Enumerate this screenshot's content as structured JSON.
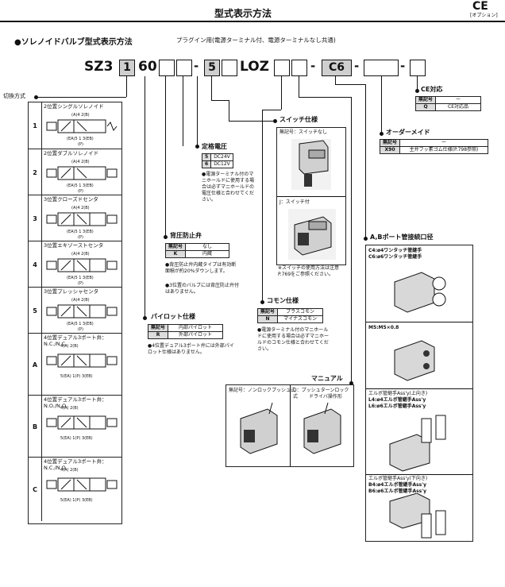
{
  "header": {
    "title": "型式表示方法",
    "ce_mark": "CE",
    "option_tag": "[オプション]"
  },
  "section": {
    "title": "●ソレノイドバルブ型式表示方法",
    "subtitle": "プラグイン用(電源ターミナル付、電源ターミナルなし共通)"
  },
  "model": {
    "prefix": "SZ3",
    "code1": "1",
    "code2": "60",
    "code3": "5",
    "code4": "LOZ",
    "code5": "C6",
    "dash": "-"
  },
  "switching": {
    "title": "切換方式",
    "rows": [
      {
        "label": "1",
        "title": "2位置シングルソレノイド",
        "ports": "(A)4  2(B)",
        "bottom": "(EA)5 1 3(EB)",
        "p": "(P)"
      },
      {
        "label": "2",
        "title": "2位置ダブルソレノイド",
        "ports": "(A)4  2(B)",
        "bottom": "(EA)5 1 3(EB)",
        "p": "(P)"
      },
      {
        "label": "3",
        "title": "3位置クローズドセンタ",
        "ports": "(A)4  2(B)",
        "bottom": "(EA)5 1 3(EB)",
        "p": "(P)"
      },
      {
        "label": "4",
        "title": "3位置エキゾーストセンタ",
        "ports": "(A)4  2(B)",
        "bottom": "(EA)5 1 3(EB)",
        "p": "(P)"
      },
      {
        "label": "5",
        "title": "3位置プレッシャセンタ",
        "ports": "(A)4  2(B)",
        "bottom": "(EA)5 1 3(EB)",
        "p": "(P)"
      },
      {
        "label": "A",
        "title": "4位置デュアル3ポート弁：N.C./N.C.",
        "ports": "4(A)        2(B)",
        "bottom": "5(EA) 1(P) 3(EB)",
        "p": ""
      },
      {
        "label": "B",
        "title": "4位置デュアル3ポート弁：N.O./N.O.",
        "ports": "4(A)        2(B)",
        "bottom": "5(EA) 1(P) 3(EB)",
        "p": ""
      },
      {
        "label": "C",
        "title": "4位置デュアル3ポート弁：N.C./N.O.",
        "ports": "4(A)        2(B)",
        "bottom": "5(EA) 1(P) 3(EB)",
        "p": ""
      }
    ]
  },
  "pilot": {
    "title": "パイロット仕様",
    "head": [
      "無記号",
      "内部パイロット"
    ],
    "row": [
      "R",
      "外部パイロット"
    ],
    "note": "●4位置デュアル3ポート弁には外部パイロット仕様はありません。"
  },
  "backpressure": {
    "title": "背圧防止弁",
    "head": [
      "無記号",
      "なし"
    ],
    "row": [
      "K",
      "内蔵"
    ],
    "note1": "●背圧防止弁内蔵タイプは有効断面積が約20%ダウンします。",
    "note2": "●3位置のバルブには背圧防止弁付はありません。"
  },
  "voltage": {
    "title": "定格電圧",
    "rows": [
      [
        "5",
        "DC24V"
      ],
      [
        "6",
        "DC12V"
      ]
    ],
    "note": "●電源ターミナル付のマニホールドに使用する場合は必ずマニホールドの電圧仕様と合わせてください。"
  },
  "switch_spec": {
    "title": "スイッチ仕様",
    "none_label": "無記号：スイッチなし",
    "j_label": "J：スイッチ付",
    "note": "※スイッチの使用方法は注意P.769をご参照ください。"
  },
  "common": {
    "title": "コモン仕様",
    "head": [
      "無記号",
      "プラスコモン"
    ],
    "row": [
      "N",
      "マイナスコモン"
    ],
    "note": "●電源ターミナル付のマニホールドに使用する場合は必ずマニホールドのコモン仕様と合わせてください。"
  },
  "manual": {
    "title": "マニュアル",
    "left": "無記号：ノンロックプッシュ式",
    "right_d": "D：プッシュターンロック式",
    "right_sub": "ドライバ操作形"
  },
  "ce": {
    "title": "CE対応",
    "head": [
      "無記号",
      "ー"
    ],
    "row": [
      "Q",
      "CE対応品"
    ]
  },
  "order_made": {
    "title": "オーダーメイド",
    "head": [
      "無記号",
      "ー"
    ],
    "row": [
      "X90",
      "主弁フッ素ゴム仕様(P.798参照)"
    ]
  },
  "port": {
    "title": "A,Bポート管接続口径",
    "c4": "C4:ø4ワンタッチ管継手",
    "c6": "C6:ø6ワンタッチ管継手",
    "m5": "M5:M5×0.8",
    "elbow_up_title": "エルボ管継手Ass'y(上向き)",
    "l4": "L4:ø4エルボ管継手Ass'y",
    "l6": "L6:ø6エルボ管継手Ass'y",
    "elbow_down_title": "エルボ管継手Ass'y(下向き)",
    "b4": "B4:ø4エルボ管継手Ass'y",
    "b6": "B6:ø6エルボ管継手Ass'y"
  }
}
